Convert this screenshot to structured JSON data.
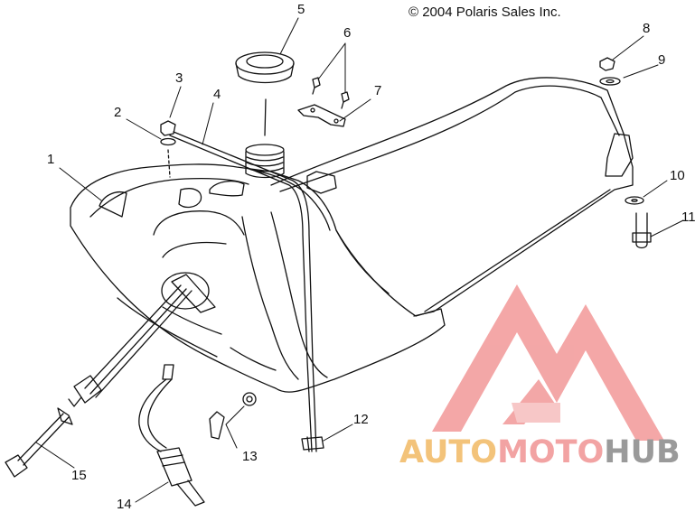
{
  "copyright": "© 2004 Polaris Sales Inc.",
  "watermark": {
    "part1": "AUTO",
    "part2": "MOTO",
    "part3": "HUB",
    "colors": {
      "auto": "#f3c37a",
      "moto": "#f2a3a3",
      "hub": "#9a9a9a",
      "logo": "#f08a8a"
    }
  },
  "callouts": [
    "1",
    "2",
    "3",
    "4",
    "5",
    "6",
    "7",
    "8",
    "9",
    "10",
    "11",
    "12",
    "13",
    "14",
    "15"
  ]
}
